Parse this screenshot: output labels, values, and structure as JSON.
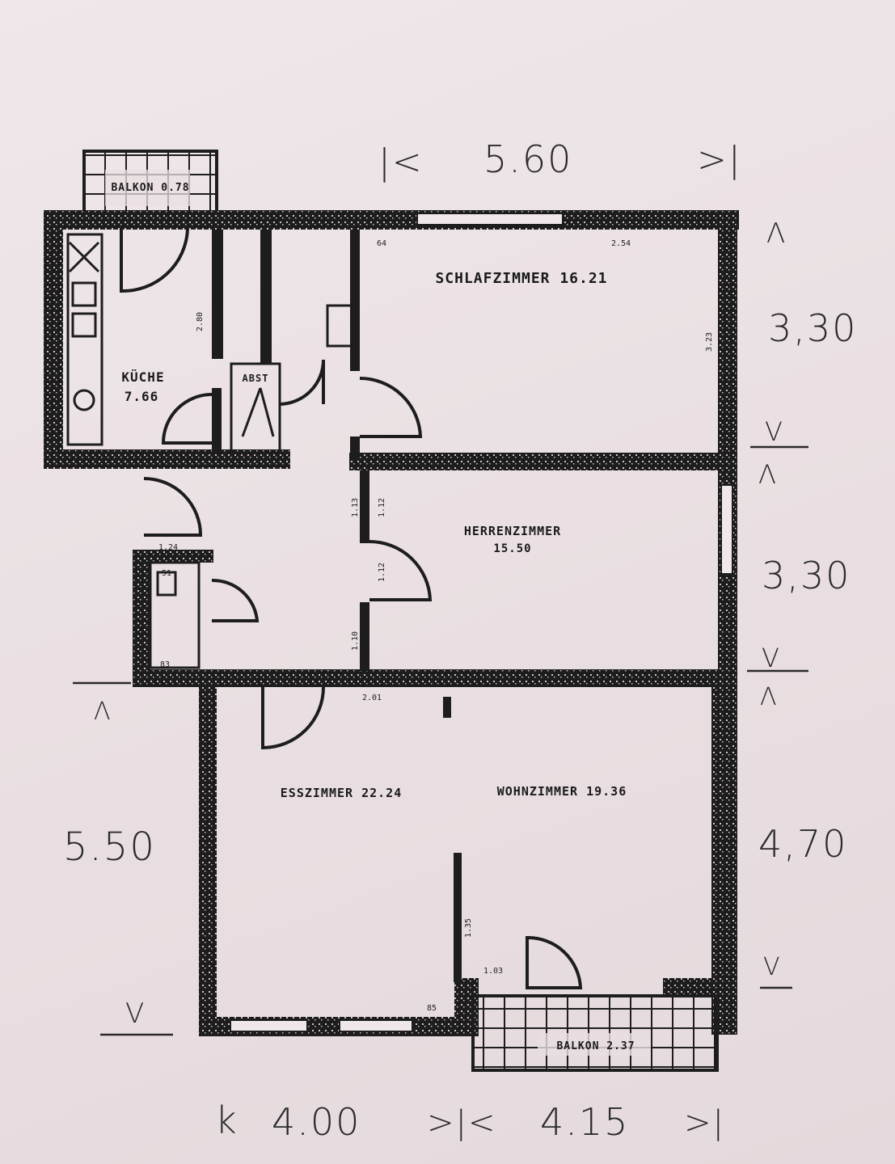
{
  "dimensions": {
    "top_width": "5.60",
    "top_left_mark": "|<",
    "top_right_mark": ">|",
    "right_1": "3,30",
    "right_2": "3,30",
    "right_3": "4,70",
    "left": "5.50",
    "bottom_left_start": "k",
    "bottom_left": "4.00",
    "bottom_mid_mark": ">|<",
    "bottom_right": "4.15",
    "bottom_right_mark": ">|"
  },
  "rooms": {
    "balkon_top": "BALKON 0.78",
    "kueche_name": "KÜCHE",
    "kueche_area": "7.66",
    "abst": "ABST",
    "schlafzimmer": "SCHLAFZIMMER 16.21",
    "herrenzimmer_name": "HERRENZIMMER",
    "herrenzimmer_area": "15.50",
    "esszimmer": "ESSZIMMER 22.24",
    "wohnzimmer": "WOHNZIMMER 19.36",
    "balkon_bottom": "BALKON 2.37"
  },
  "small_measures": {
    "m_64": "64",
    "m_254": "2.54",
    "m_323": "3.23",
    "m_280": "2.80",
    "m_112a": "1.12",
    "m_113": "1.13",
    "m_112b": "1.12",
    "m_110": "1.10",
    "m_201": "2.01",
    "m_124": "1.24",
    "m_51": "51",
    "m_83": "83",
    "m_103": "1.03",
    "m_135": "1.35",
    "m_85": "85"
  },
  "marks": {
    "up": "Λ",
    "down": "V"
  }
}
